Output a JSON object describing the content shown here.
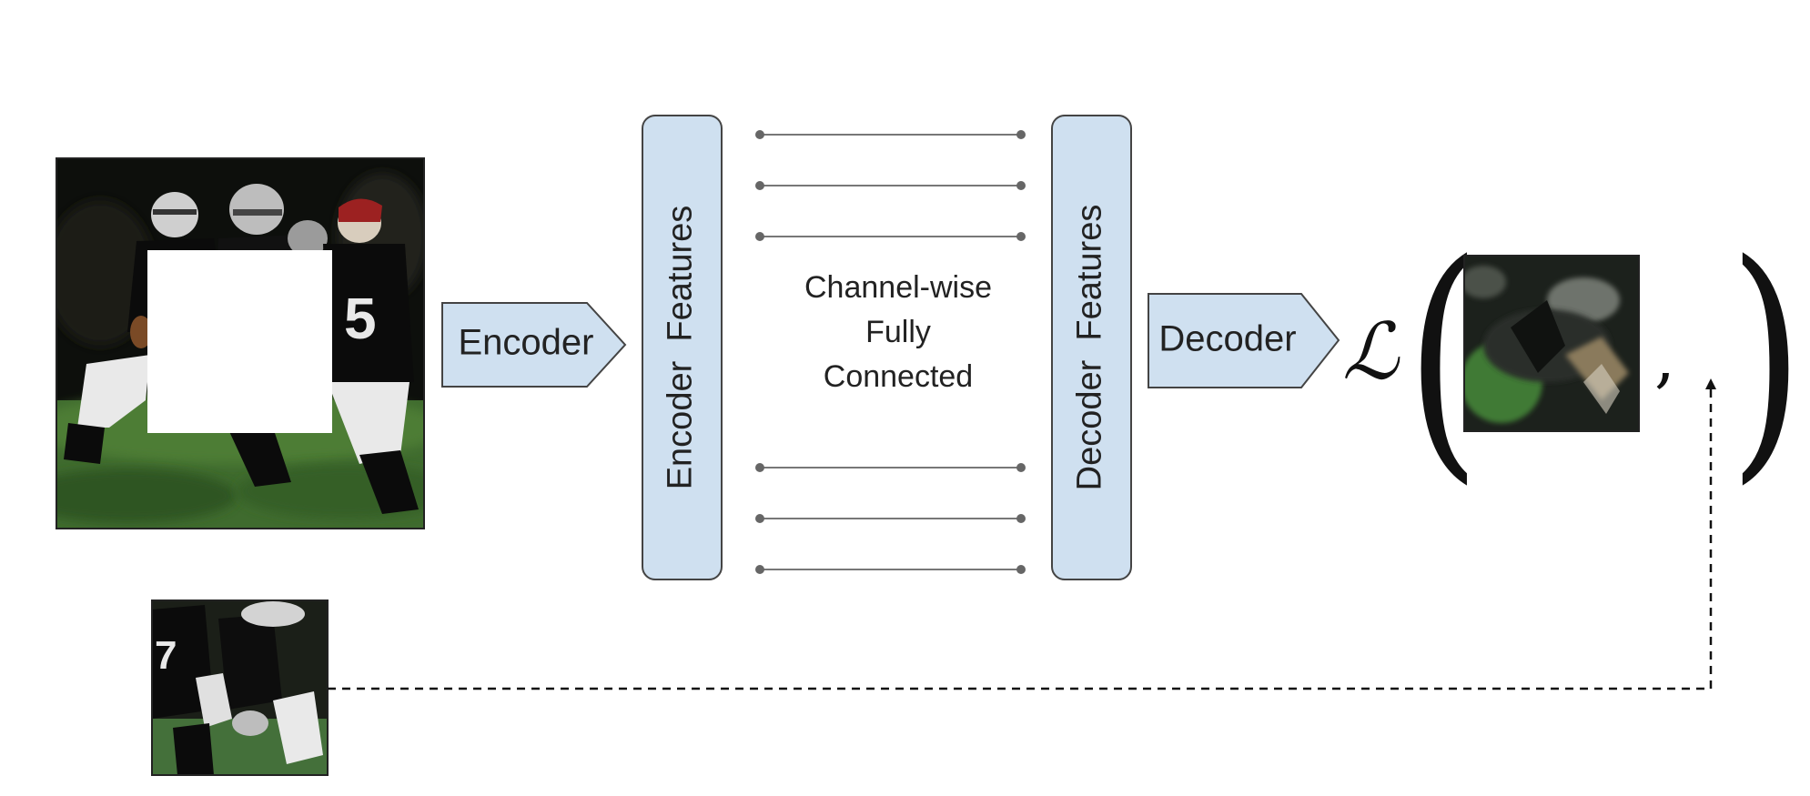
{
  "labels": {
    "encoder": "Encoder",
    "encoder_features": "Encoder  Features",
    "channel_fc": [
      "Channel-wise",
      "Fully",
      "Connected"
    ],
    "decoder_features": "Decoder  Features",
    "decoder": "Decoder",
    "loss_symbol": "ℒ",
    "open_paren": "(",
    "close_paren": ")",
    "comma": ","
  },
  "colors": {
    "block_fill": "#cfe0f0",
    "block_stroke": "#444444",
    "connection_line": "#777777",
    "connection_dot": "#666666",
    "dashed_arrow": "#111111",
    "grass": "#3f6b2e",
    "dark_background": "#0d0f0c",
    "jersey": "#0b0b0b",
    "jersey_white": "#e9e9e9",
    "mask": "#ffffff"
  },
  "icons": {
    "masked_input": "football-players-image-with-center-hole",
    "ground_truth_patch": "football-players-ground-truth-patch",
    "predicted_patch": "predicted-inpainted-patch"
  }
}
